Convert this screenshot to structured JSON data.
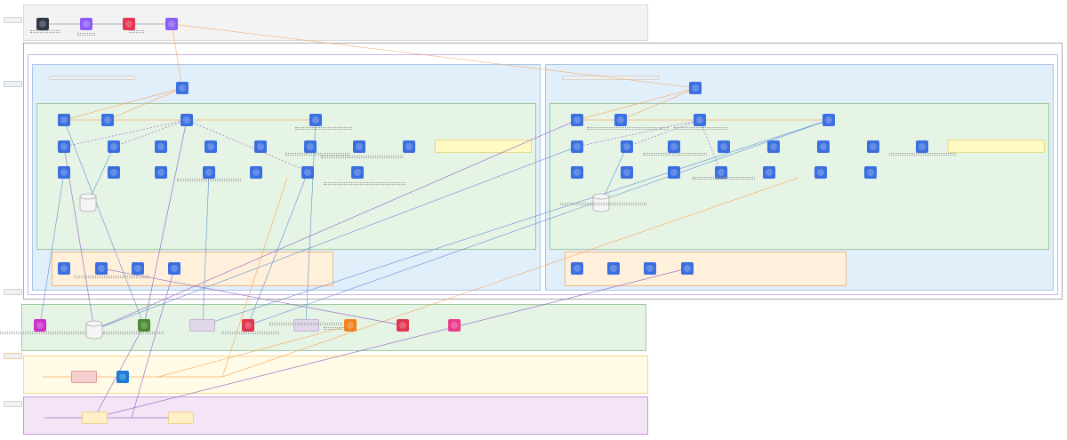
{
  "colors": {
    "node_blue": "#3b6fe0",
    "node_dark": "#2d3748",
    "node_purple": "#8b5cf6",
    "node_red": "#e0344f",
    "node_magenta": "#cc2fcc",
    "node_green": "#4a8a30",
    "node_orange": "#f0821e",
    "node_pink": "#e83d8c",
    "node_azure": "#1a7ad4",
    "vpc_fill": "#e1effb",
    "subnet_fill": "#e6f4e6",
    "private_fill": "#fff0dc",
    "note_fill": "#fff9c4",
    "edge_orange": "#f5a55a",
    "edge_blue": "#5b8fd0",
    "edge_purple": "#8d5cc0"
  },
  "diagram": {
    "top_band": {
      "nodes": [
        "dark",
        "purple",
        "red",
        "purple"
      ]
    },
    "regions": [
      {
        "name": "region-left",
        "subnet_rows": 3,
        "private_nodes": 4
      },
      {
        "name": "region-right",
        "subnet_rows": 3,
        "private_nodes": 4
      }
    ],
    "shared_services_band": {
      "nodes": [
        "magenta",
        "database",
        "green",
        "lavender",
        "red",
        "lavender",
        "orange",
        "red",
        "pink"
      ]
    },
    "pipeline_lanes": [
      "yellow-lane",
      "purple-lane"
    ]
  }
}
